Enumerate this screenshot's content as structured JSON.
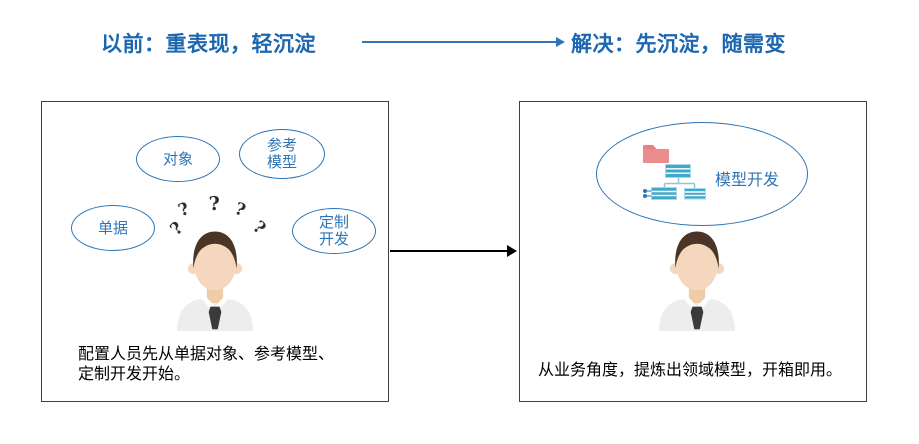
{
  "header": {
    "before": "以前：重表现，轻沉淀",
    "after": "解决：先沉淀，随需变",
    "accent_color": "#1C67B0"
  },
  "before_panel": {
    "bubbles": {
      "object": "对象",
      "reference_line1": "参考",
      "reference_line2": "模型",
      "document": "单据",
      "custom_line1": "定制",
      "custom_line2": "开发"
    },
    "question_marks": [
      "?",
      "?",
      "?",
      "?",
      "?"
    ],
    "caption_line1": "配置人员先从单据对象、参考模型、",
    "caption_line2": "定制开发开始。"
  },
  "after_panel": {
    "bubble_label": "模型开发",
    "caption": "从业务角度，提炼出领域模型，开箱即用。"
  },
  "colors": {
    "heading_blue": "#1C67B0",
    "bubble_blue": "#2E75B6",
    "folder_red": "#EA8C8C",
    "node_teal": "#3FA9C8",
    "connector_blue": "#8CC8DD",
    "arrow_black": "#000000"
  }
}
